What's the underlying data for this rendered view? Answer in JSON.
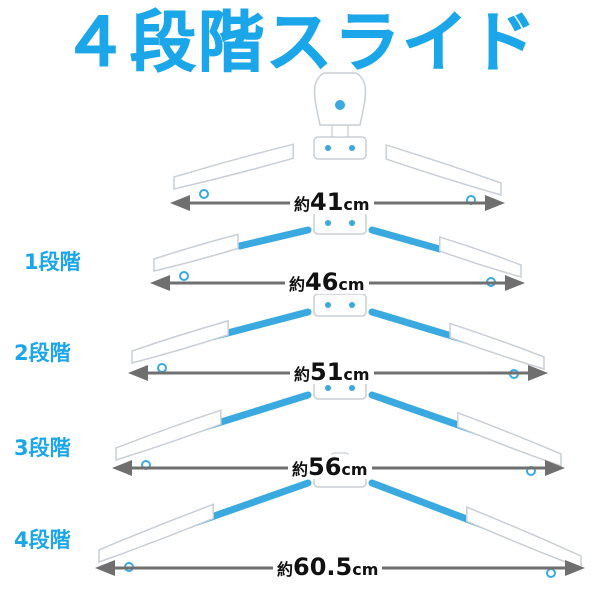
{
  "title": "４段階スライド",
  "colors": {
    "accent": "#1aa6e8",
    "arm": "#ffffff",
    "arm_outline": "#c9cfd6",
    "hook": "#ffffff",
    "arrow": "#6f6f6f",
    "extension": "#3aa9e0"
  },
  "hangers": [
    {
      "step_label": "",
      "measurement": {
        "prefix": "約",
        "value": "41",
        "unit": "cm"
      },
      "extension": 0.0
    },
    {
      "step_label": "1段階",
      "measurement": {
        "prefix": "約",
        "value": "46",
        "unit": "cm"
      },
      "extension": 0.25
    },
    {
      "step_label": "2段階",
      "measurement": {
        "prefix": "約",
        "value": "51",
        "unit": "cm"
      },
      "extension": 0.5
    },
    {
      "step_label": "3段階",
      "measurement": {
        "prefix": "約",
        "value": "56",
        "unit": "cm"
      },
      "extension": 0.75
    },
    {
      "step_label": "4段階",
      "measurement": {
        "prefix": "約",
        "value": "60.5",
        "unit": "cm"
      },
      "extension": 1.0
    }
  ]
}
